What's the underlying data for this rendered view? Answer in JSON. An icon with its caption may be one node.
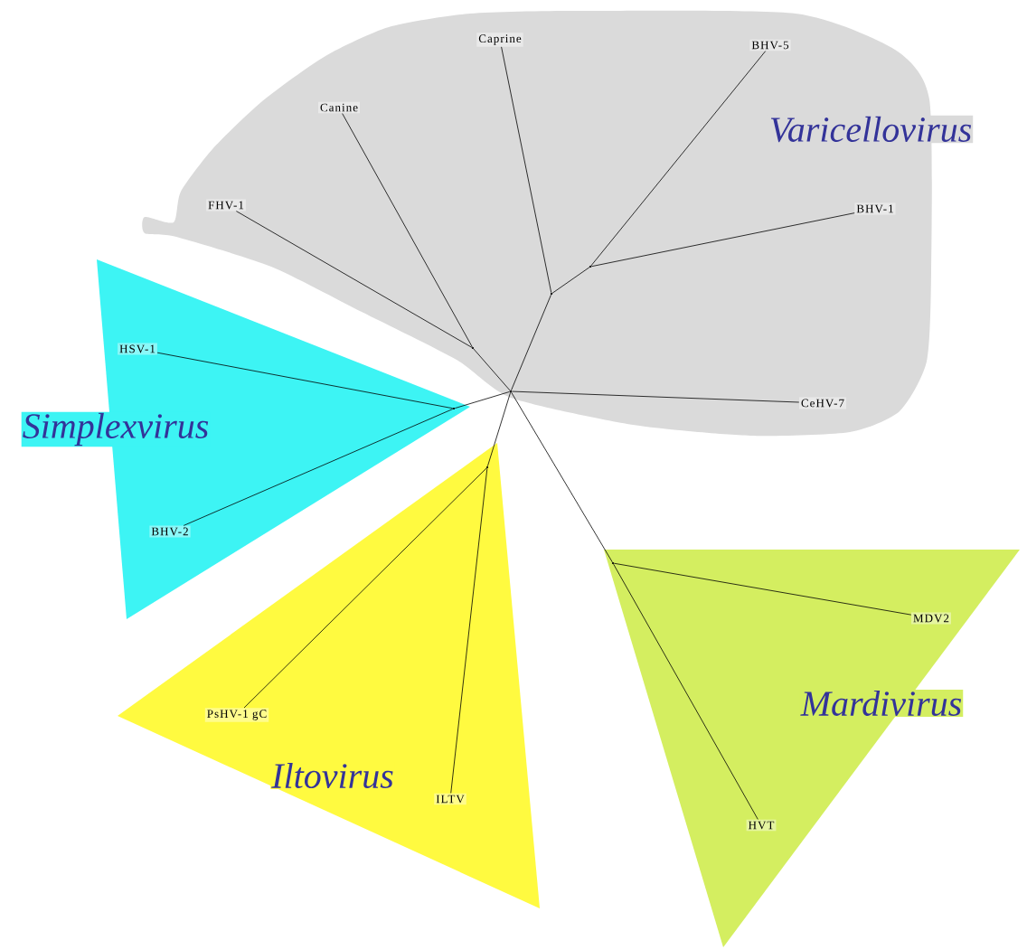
{
  "diagram": {
    "nodes": [
      {
        "text": [
          "Varicellovirus"
        ]
      },
      {
        "text": [
          "FHV-1"
        ],
        "in": 0
      },
      {
        "text": [
          "Canine"
        ],
        "in": 0
      },
      {
        "text": [
          "Caprine"
        ],
        "in": 0
      },
      {
        "text": [
          "BHV-5"
        ],
        "in": 0
      },
      {
        "text": [
          "BHV-1"
        ],
        "in": 0
      },
      {
        "text": [
          "CeHV-7"
        ],
        "in": 0
      },
      {
        "text": [
          "Simplexvirus"
        ]
      },
      {
        "text": [
          "HSV-1"
        ],
        "in": 7
      },
      {
        "text": [
          "BHV-2"
        ],
        "in": 7
      },
      {
        "text": [
          "Iltovirus"
        ]
      },
      {
        "text": [
          "PsHV-1 gC"
        ],
        "in": 10
      },
      {
        "text": [
          "ILTV"
        ],
        "in": 10
      },
      {
        "text": [
          "Mardivirus"
        ]
      },
      {
        "text": [
          "MDV2"
        ],
        "in": 13
      },
      {
        "text": [
          "HVT"
        ],
        "in": 13
      },
      {
        "text": [],
        "shape": "point",
        "in": 0
      },
      {
        "text": [],
        "shape": "point",
        "in": 0
      },
      {
        "text": [],
        "shape": "point",
        "in": 0
      },
      {
        "text": [],
        "shape": "point",
        "in": 0
      },
      {
        "text": [],
        "shape": "point",
        "in": 7
      },
      {
        "text": [],
        "shape": "point",
        "in": 10
      },
      {
        "text": [],
        "shape": "point",
        "in": 13
      }
    ],
    "edges": [
      {
        "from": 16,
        "to": 17,
        "arrow": "none"
      },
      {
        "from": 17,
        "to": 1,
        "arrow": "none"
      },
      {
        "from": 17,
        "to": 2,
        "arrow": "none"
      },
      {
        "from": 16,
        "to": 18,
        "arrow": "none"
      },
      {
        "from": 18,
        "to": 3,
        "arrow": "none"
      },
      {
        "from": 18,
        "to": 19,
        "arrow": "none"
      },
      {
        "from": 19,
        "to": 4,
        "arrow": "none"
      },
      {
        "from": 19,
        "to": 5,
        "arrow": "none"
      },
      {
        "from": 16,
        "to": 6,
        "arrow": "none"
      },
      {
        "from": 16,
        "to": 20,
        "arrow": "none"
      },
      {
        "from": 20,
        "to": 8,
        "arrow": "none"
      },
      {
        "from": 20,
        "to": 9,
        "arrow": "none"
      },
      {
        "from": 16,
        "to": 21,
        "arrow": "none"
      },
      {
        "from": 21,
        "to": 11,
        "arrow": "none"
      },
      {
        "from": 21,
        "to": 12,
        "arrow": "none"
      },
      {
        "from": 16,
        "to": 22,
        "arrow": "none"
      },
      {
        "from": 22,
        "to": 14,
        "arrow": "none"
      },
      {
        "from": 22,
        "to": 15,
        "arrow": "none"
      }
    ]
  }
}
